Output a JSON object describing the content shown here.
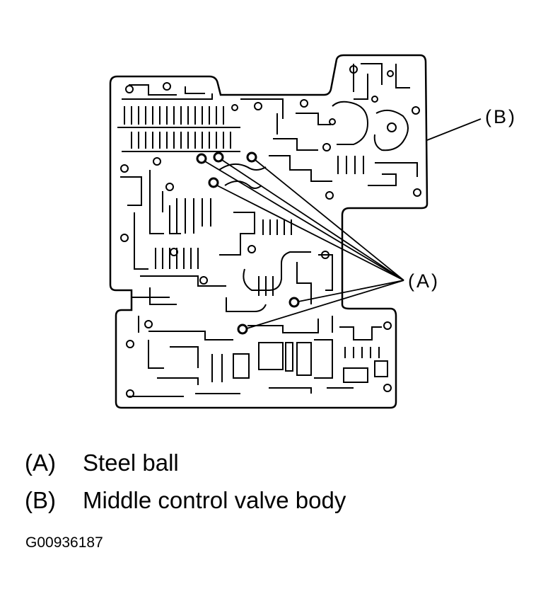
{
  "diagram": {
    "callouts": [
      {
        "id": "A",
        "label": "(A)"
      },
      {
        "id": "B",
        "label": "(B)"
      }
    ]
  },
  "legend": [
    {
      "key": "(A)",
      "text": "Steel ball"
    },
    {
      "key": "(B)",
      "text": "Middle control valve body"
    }
  ],
  "figure_id": "G00936187"
}
